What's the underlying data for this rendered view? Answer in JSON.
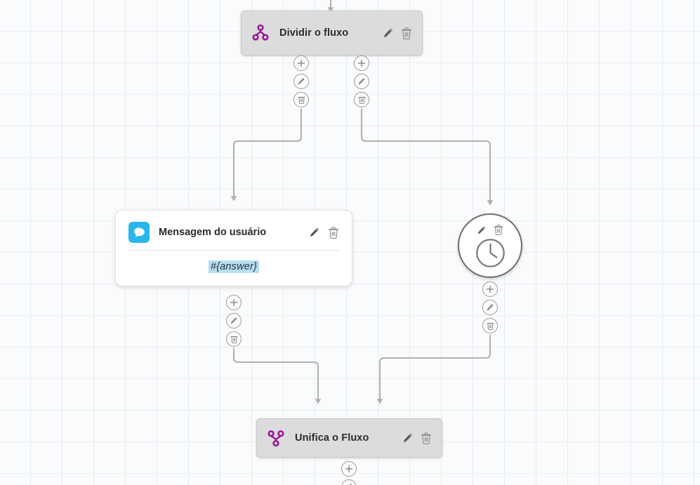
{
  "canvas": {
    "grid_size": 45,
    "background_color": "#fafbfc",
    "grid_color": "#e6eaf2"
  },
  "palette": {
    "purple": "#9b0f9b",
    "blue": "#29b6ed",
    "node_gray": "#dcdcdc",
    "edge_gray": "#b0b0b0",
    "token_highlight": "#b7dff1"
  },
  "nodes": {
    "split": {
      "title": "Dividir o fluxo",
      "icon": "split-flow-icon",
      "edit_label": "Editar",
      "delete_label": "Excluir"
    },
    "message": {
      "title": "Mensagem do usuário",
      "icon": "chat-bubble-icon",
      "body_text": "#{answer}",
      "edit_label": "Editar",
      "delete_label": "Excluir"
    },
    "delay": {
      "title": "",
      "icon": "clock-icon",
      "edit_label": "Editar",
      "delete_label": "Excluir"
    },
    "merge": {
      "title": "Unifica o Fluxo",
      "icon": "merge-flow-icon",
      "edit_label": "Editar",
      "delete_label": "Excluir"
    }
  },
  "connectors": {
    "add_label": "+",
    "edit_label": "Editar conexão",
    "delete_label": "Excluir conexão",
    "stacks": [
      {
        "id": "split-left",
        "buttons": [
          "add-icon",
          "pencil-icon",
          "trash-icon"
        ]
      },
      {
        "id": "split-right",
        "buttons": [
          "add-icon",
          "pencil-icon",
          "trash-icon"
        ]
      },
      {
        "id": "message-out",
        "buttons": [
          "add-icon",
          "pencil-icon",
          "trash-icon"
        ]
      },
      {
        "id": "delay-out",
        "buttons": [
          "add-icon",
          "pencil-icon",
          "trash-icon"
        ]
      },
      {
        "id": "merge-out",
        "buttons": [
          "add-icon",
          "pencil-icon"
        ]
      }
    ]
  }
}
